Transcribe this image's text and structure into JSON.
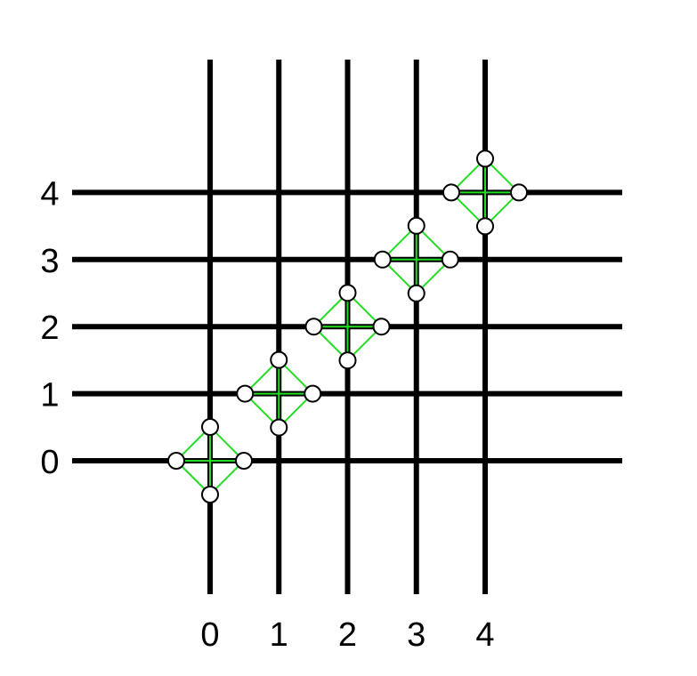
{
  "grid": {
    "x_labels": [
      "0",
      "1",
      "2",
      "3",
      "4"
    ],
    "y_labels": [
      "0",
      "1",
      "2",
      "3",
      "4"
    ]
  },
  "gadgets": [
    {
      "x": 0,
      "y": 0
    },
    {
      "x": 1,
      "y": 1
    },
    {
      "x": 2,
      "y": 2
    },
    {
      "x": 3,
      "y": 3
    },
    {
      "x": 4,
      "y": 4
    }
  ],
  "colors": {
    "grid_line": "#000000",
    "gadget_edge": "#22dd22",
    "node_fill": "#ffffff",
    "node_stroke": "#000000"
  }
}
